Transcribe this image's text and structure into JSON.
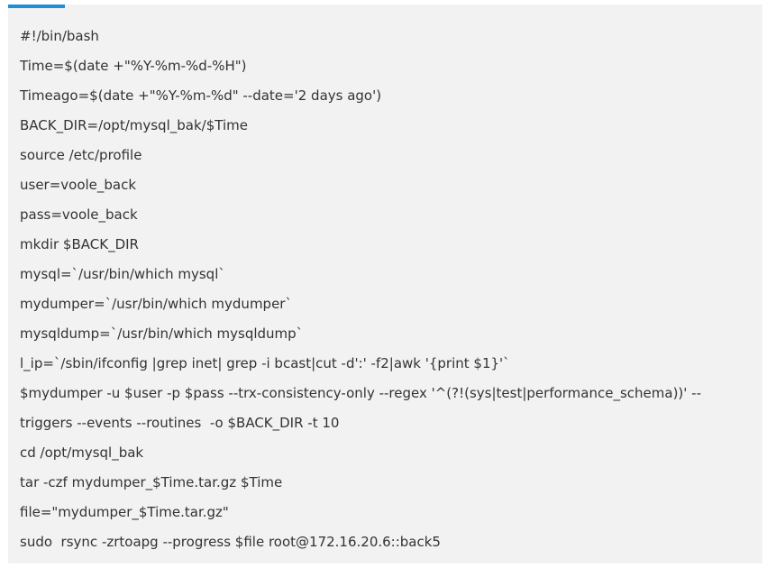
{
  "code": {
    "accent_color": "#1e90d8",
    "lines": [
      "#!/bin/bash",
      "Time=$(date +\"%Y-%m-%d-%H\")",
      "Timeago=$(date +\"%Y-%m-%d\" --date='2 days ago')",
      "BACK_DIR=/opt/mysql_bak/$Time",
      "source /etc/profile",
      "user=voole_back",
      "pass=voole_back",
      "mkdir $BACK_DIR",
      "mysql=`/usr/bin/which mysql`",
      "mydumper=`/usr/bin/which mydumper`",
      "mysqldump=`/usr/bin/which mysqldump`",
      "l_ip=`/sbin/ifconfig |grep inet| grep -i bcast|cut -d':' -f2|awk '{print $1}'`",
      "$mydumper -u $user -p $pass --trx-consistency-only --regex '^(?!(sys|test|performance_schema))' --",
      "triggers --events --routines  -o $BACK_DIR -t 10",
      "cd /opt/mysql_bak",
      "tar -czf mydumper_$Time.tar.gz $Time",
      "file=\"mydumper_$Time.tar.gz\"",
      "sudo  rsync -zrtoapg --progress $file root@172.16.20.6::back5"
    ]
  }
}
